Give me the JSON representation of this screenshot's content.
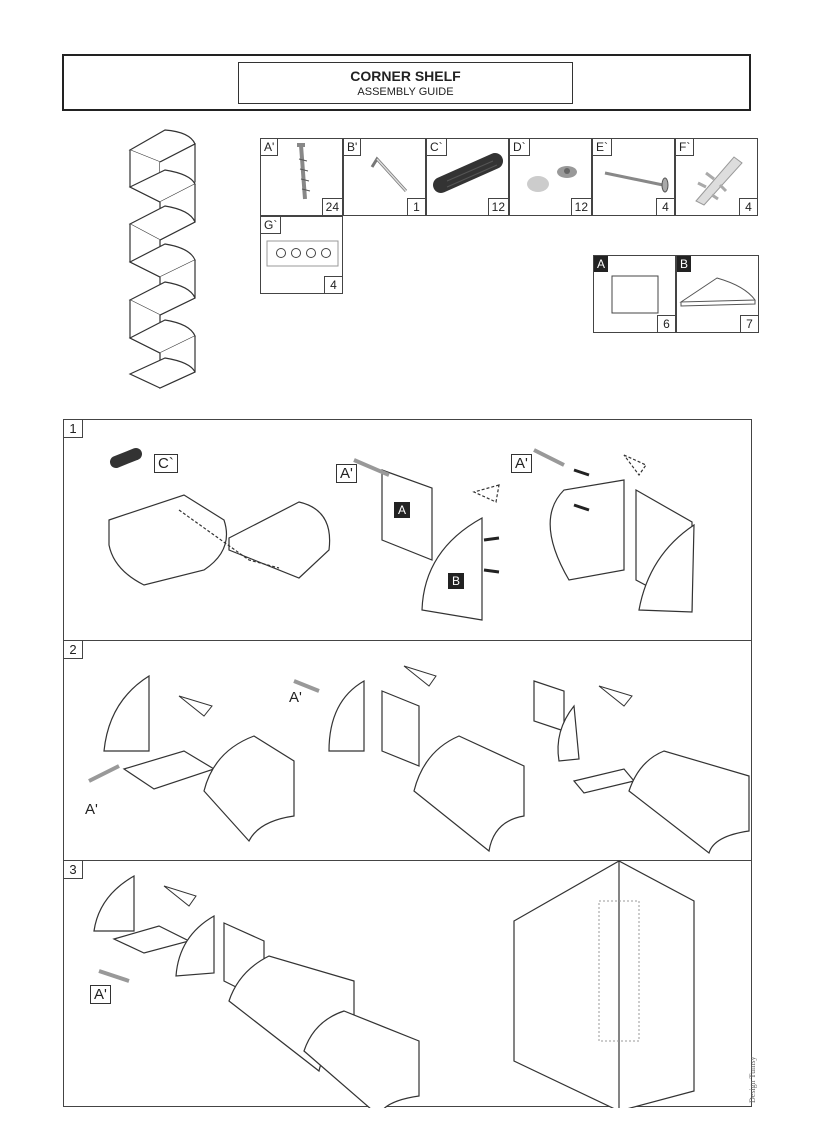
{
  "header": {
    "title": "CORNER SHELF",
    "subtitle": "ASSEMBLY GUIDE"
  },
  "hardware": [
    {
      "label": "A'",
      "qty": "24",
      "icon": "screw-icon"
    },
    {
      "label": "B'",
      "qty": "1",
      "icon": "allen-key-icon"
    },
    {
      "label": "C`",
      "qty": "12",
      "icon": "dowel-icon"
    },
    {
      "label": "D`",
      "qty": "12",
      "icon": "screw-cap-icon"
    },
    {
      "label": "E`",
      "qty": "4",
      "icon": "wood-screw-icon"
    },
    {
      "label": "F`",
      "qty": "4",
      "icon": "wall-plug-icon"
    },
    {
      "label": "G`",
      "qty": "4",
      "icon": "cap-sheet-icon"
    }
  ],
  "panels": [
    {
      "label": "A",
      "qty": "6"
    },
    {
      "label": "B",
      "qty": "7"
    }
  ],
  "steps": [
    {
      "number": "1",
      "tags": {
        "dowel": "C`",
        "screw1": "A'",
        "screw2": "A'",
        "panelA": "A",
        "panelB": "B"
      }
    },
    {
      "number": "2",
      "tags": {
        "screw1": "A'",
        "screw2": "A'"
      }
    },
    {
      "number": "3",
      "tags": {
        "screw1": "A'"
      }
    }
  ],
  "credit": "Design Tumsy"
}
